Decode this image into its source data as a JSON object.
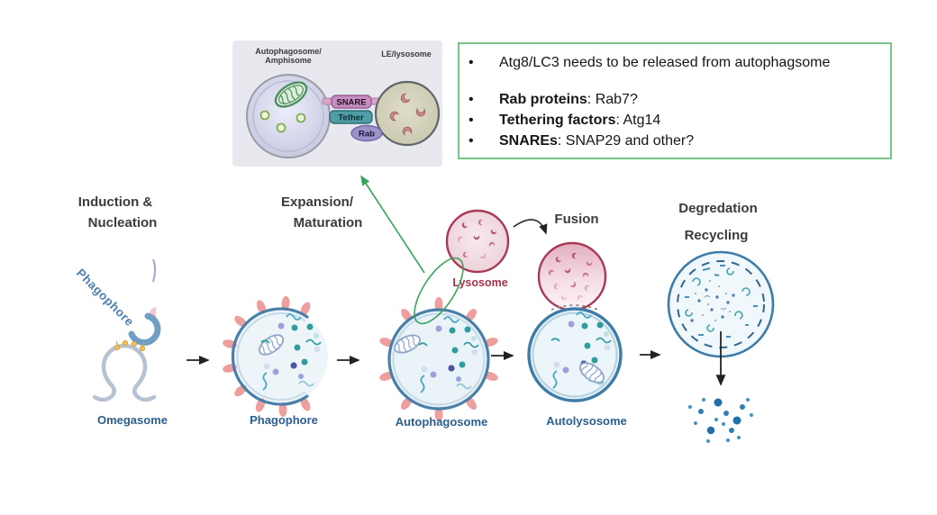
{
  "inset": {
    "left_label_line1": "Autophagosome/",
    "left_label_line2": "Amphisome",
    "right_label": "LE/lysosome",
    "snare_label": "SNARE",
    "tether_label": "Tether",
    "rab_label": "Rab"
  },
  "notes": {
    "bullet_char": "•",
    "bullets": [
      {
        "bold": "",
        "text": "Atg8/LC3 needs to be released from autophagsome"
      },
      {
        "bold": "Rab proteins",
        "text": ": Rab7?"
      },
      {
        "bold": "Tethering factors",
        "text": ": Atg14"
      },
      {
        "bold": "SNAREs",
        "text": ": SNAP29 and other?"
      }
    ]
  },
  "stage_headers": {
    "induction_line1": "Induction &",
    "induction_line2": "Nucleation",
    "expansion_line1": "Expansion/",
    "expansion_line2": "Maturation",
    "fusion": "Fusion",
    "degradation_line1": "Degredation",
    "degradation_line2": "Recycling"
  },
  "structure_labels": {
    "phagophore_annotation": "Phagophore",
    "omegasome": "Omegasome",
    "phagophore": "Phagophore",
    "autophagosome": "Autophagosome",
    "lysosome": "Lysosome",
    "autolysosome": "Autolysosome"
  },
  "colors": {
    "notes_border_green": "#77c584",
    "annotation_green": "#3aa55a",
    "membrane_blue": "#4a80a8",
    "label_blue": "#2a5f8f",
    "lysosome_red": "#a83a56",
    "protrusion_pink": "#ee9e9c",
    "snare_pink": "#c78ec0",
    "tether_teal": "#4f9da5",
    "rab_purple": "#9a94c8"
  }
}
